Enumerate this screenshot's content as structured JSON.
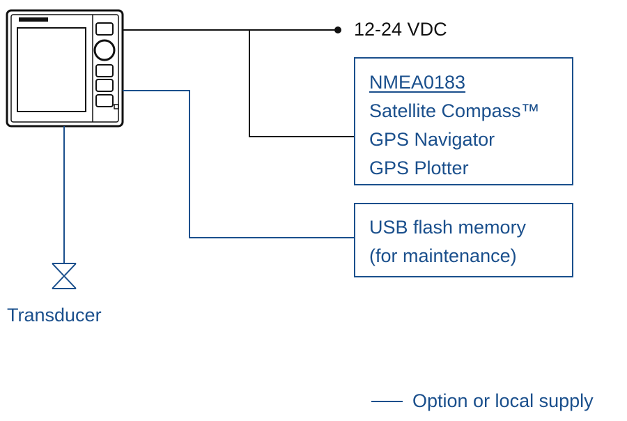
{
  "power": {
    "label": "12-24 VDC"
  },
  "nmea_box": {
    "title": "NMEA0183",
    "items": [
      "Satellite Compass™",
      "GPS Navigator",
      "GPS Plotter"
    ]
  },
  "usb_box": {
    "lines": [
      "USB flash memory",
      "(for maintenance)"
    ]
  },
  "transducer": {
    "label": "Transducer"
  },
  "legend": {
    "label": "Option or local supply"
  },
  "colors": {
    "option_line": "#1a4f8c",
    "standard_line": "#111111"
  }
}
